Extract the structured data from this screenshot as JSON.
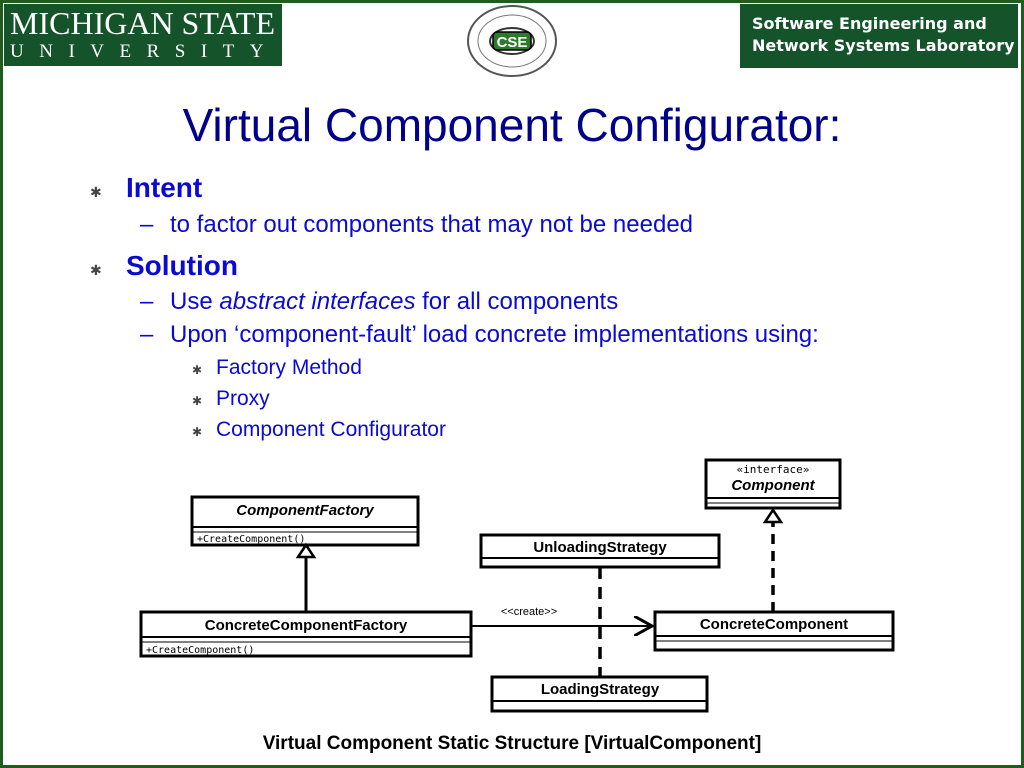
{
  "header": {
    "msu_line1": "MICHIGAN STATE",
    "msu_line2": "UNIVERSITY",
    "cse_label": "CSE",
    "lab_line1": "Software Engineering and",
    "lab_line2": "Network Systems Laboratory"
  },
  "title": "Virtual Component Configurator:",
  "bullets": {
    "intent": {
      "heading": "Intent",
      "items": [
        "to factor out components that may not be needed"
      ]
    },
    "solution": {
      "heading": "Solution",
      "item1_pre": "Use ",
      "item1_em": "abstract interfaces",
      "item1_post": " for all components",
      "item2": "Upon ‘component-fault’ load concrete implementations using:",
      "subitems": [
        "Factory Method",
        "Proxy",
        "Component Configurator"
      ]
    }
  },
  "diagram": {
    "component_factory": {
      "name": "ComponentFactory",
      "op": "+CreateComponent()"
    },
    "concrete_factory": {
      "name": "ConcreteComponentFactory",
      "op": "+CreateComponent()"
    },
    "unloading": {
      "name": "UnloadingStrategy"
    },
    "loading": {
      "name": "LoadingStrategy"
    },
    "component": {
      "stereotype": "«interface»",
      "name": "Component"
    },
    "concrete_component": {
      "name": "ConcreteComponent"
    },
    "create_label": "<<create>>"
  },
  "colors": {
    "msu_green": "#15532a",
    "title_blue": "#00008b",
    "text_blue": "#0a0ad0"
  },
  "caption": "Virtual Component Static Structure [VirtualComponent]"
}
